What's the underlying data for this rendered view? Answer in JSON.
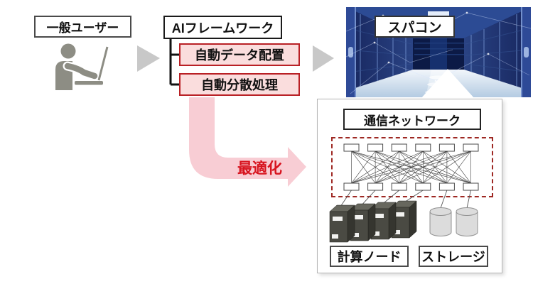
{
  "flow": {
    "user": {
      "label": "一般ユーザー"
    },
    "framework": {
      "label": "AIフレームワーク"
    },
    "features": [
      {
        "label": "自動データ配置"
      },
      {
        "label": "自動分散処理"
      }
    ],
    "optimization_label": "最適化"
  },
  "supercomputer": {
    "label": "スパコン"
  },
  "detail_panel": {
    "network_label": "通信ネットワーク",
    "compute_label": "計算ノード",
    "storage_label": "ストレージ",
    "topology": {
      "top_switch_count": 6,
      "bottom_switch_count": 6,
      "compute_node_count": 4,
      "storage_node_count": 2
    }
  },
  "icons": {
    "user_icon": "person-at-laptop",
    "flow_arrow": "right-triangle-arrow",
    "callout": "up-pointing-callout-triangle"
  },
  "colors": {
    "feature_border_red": "#b92025",
    "feature_fill_pink": "#fadddd",
    "arrow_pink": "#f8cdd4",
    "optimization_red": "#d7141f",
    "dashed_border_red": "#9e2823",
    "flow_arrow_gray": "#c8c8c8",
    "person_gray": "#8d8d84",
    "server_front": "#4a4a43",
    "server_top": "#67675e",
    "server_side": "#35352f",
    "cylinder_fill": "#dcdcdc",
    "cylinder_stroke": "#909090"
  }
}
